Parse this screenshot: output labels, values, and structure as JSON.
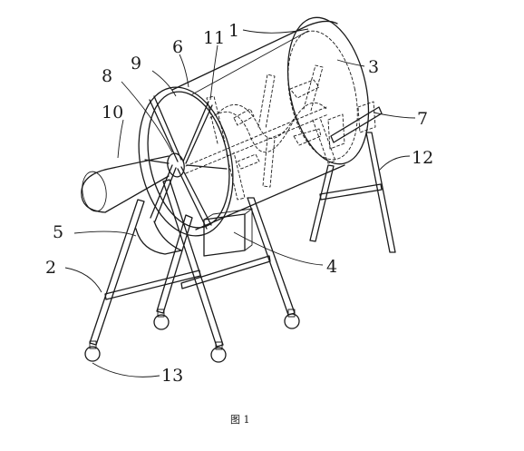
{
  "figure": {
    "caption": "图 1",
    "labels": [
      "1",
      "2",
      "3",
      "4",
      "5",
      "6",
      "7",
      "8",
      "9",
      "10",
      "11",
      "12",
      "13"
    ]
  }
}
